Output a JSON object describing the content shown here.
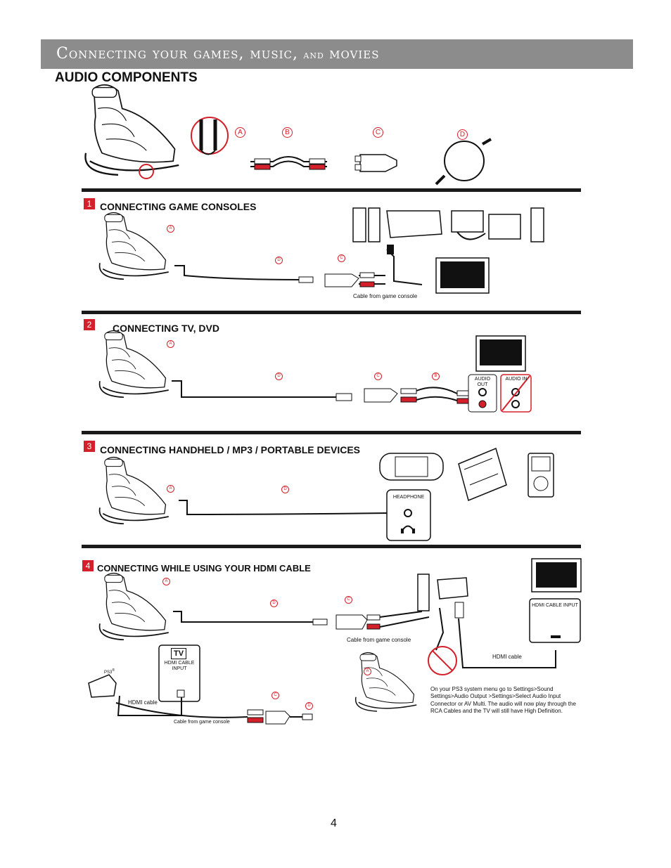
{
  "header": {
    "title_main": "Connecting your games, music,",
    "title_and": "and",
    "title_end": "movies"
  },
  "section_title": "AUDIO COMPONENTS",
  "parts": {
    "a": "A",
    "b": "B",
    "c": "C",
    "d": "D"
  },
  "steps": [
    {
      "number": "1",
      "title": "CONNECTING GAME CONSOLES",
      "caption": "Cable from game console"
    },
    {
      "number": "2",
      "title": "CONNECTING TV, DVD",
      "audio_out": "AUDIO OUT",
      "audio_in": "AUDIO IN"
    },
    {
      "number": "3",
      "title": "CONNECTING HANDHELD  / MP3 / PORTABLE DEVICES",
      "headphone": "HEADPHONE"
    },
    {
      "number": "4",
      "title": "CONNECTING WHILE USING YOUR HDMI CABLE",
      "caption": "Cable from game console",
      "hdmi_input": "HDMI CABLE INPUT",
      "hdmi_cable": "HDMI cable",
      "tv": "TV",
      "ps3": "PS3",
      "caption2": "Cable from game console",
      "note": "On your PS3 system menu go to Settings>Sound Settings>Audio Output >Settings>Select Audio Input Connector or AV Multi. The audio will now play through the RCA Cables and the TV will still have High Definition."
    }
  ],
  "page_number": "4",
  "colors": {
    "header_bar": "#8c8c8c",
    "accent_red": "#d4202a",
    "rule": "#1a1a1a"
  },
  "icons": [
    "chair-icon",
    "headphone-splitter-icon",
    "rca-cable-icon",
    "rca-adapter-icon",
    "audio-cable-icon",
    "game-console-icon",
    "tv-icon",
    "handheld-console-icon",
    "mp3-player-icon",
    "headphone-jack-icon",
    "no-symbol-icon"
  ]
}
